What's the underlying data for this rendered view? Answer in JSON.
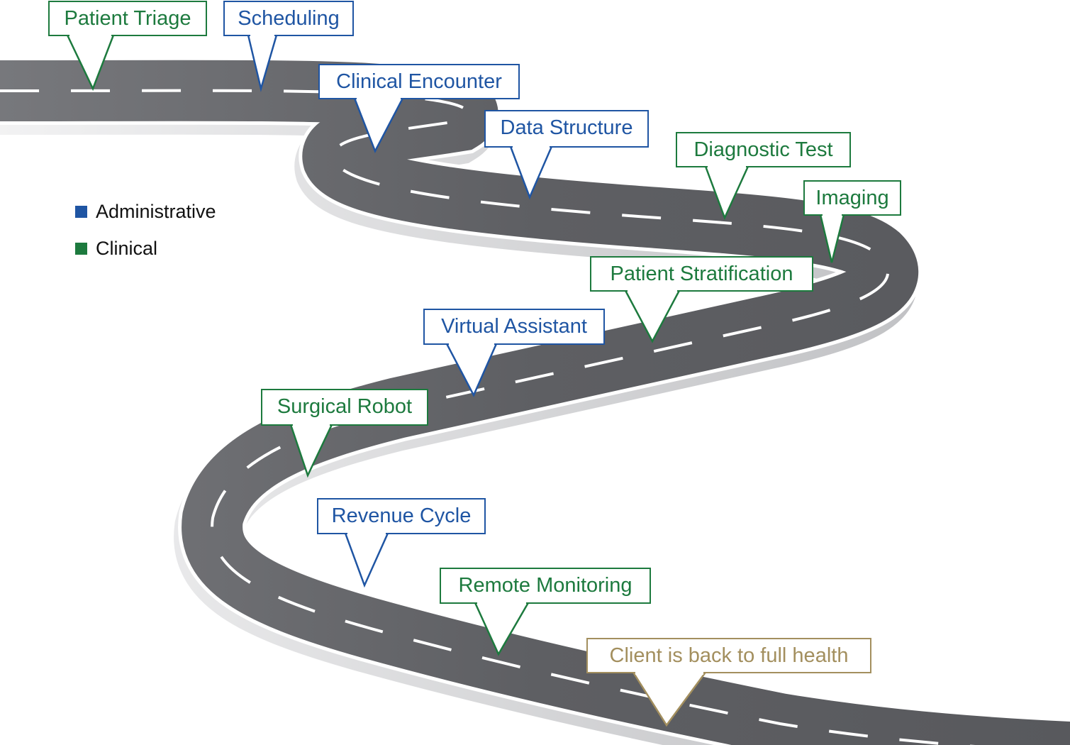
{
  "title": "Patient journey roadmap",
  "colors": {
    "administrative": "#1f55a3",
    "clinical": "#1d7a3e",
    "outcome": "#a38f5e",
    "road": "#5c5d61",
    "road_edge": "#d9d9db",
    "lane_mark": "#ffffff"
  },
  "legend": [
    {
      "label": "Administrative",
      "category": "administrative"
    },
    {
      "label": "Clinical",
      "category": "clinical"
    }
  ],
  "milestones": [
    {
      "label": "Patient Triage",
      "category": "clinical"
    },
    {
      "label": "Scheduling",
      "category": "administrative"
    },
    {
      "label": "Clinical Encounter",
      "category": "administrative"
    },
    {
      "label": "Data Structure",
      "category": "administrative"
    },
    {
      "label": "Diagnostic Test",
      "category": "clinical"
    },
    {
      "label": "Imaging",
      "category": "clinical"
    },
    {
      "label": "Patient Stratification",
      "category": "clinical"
    },
    {
      "label": "Virtual Assistant",
      "category": "administrative"
    },
    {
      "label": "Surgical Robot",
      "category": "clinical"
    },
    {
      "label": "Revenue Cycle",
      "category": "administrative"
    },
    {
      "label": "Remote Monitoring",
      "category": "clinical"
    },
    {
      "label": "Client is back to full health",
      "category": "outcome"
    }
  ]
}
